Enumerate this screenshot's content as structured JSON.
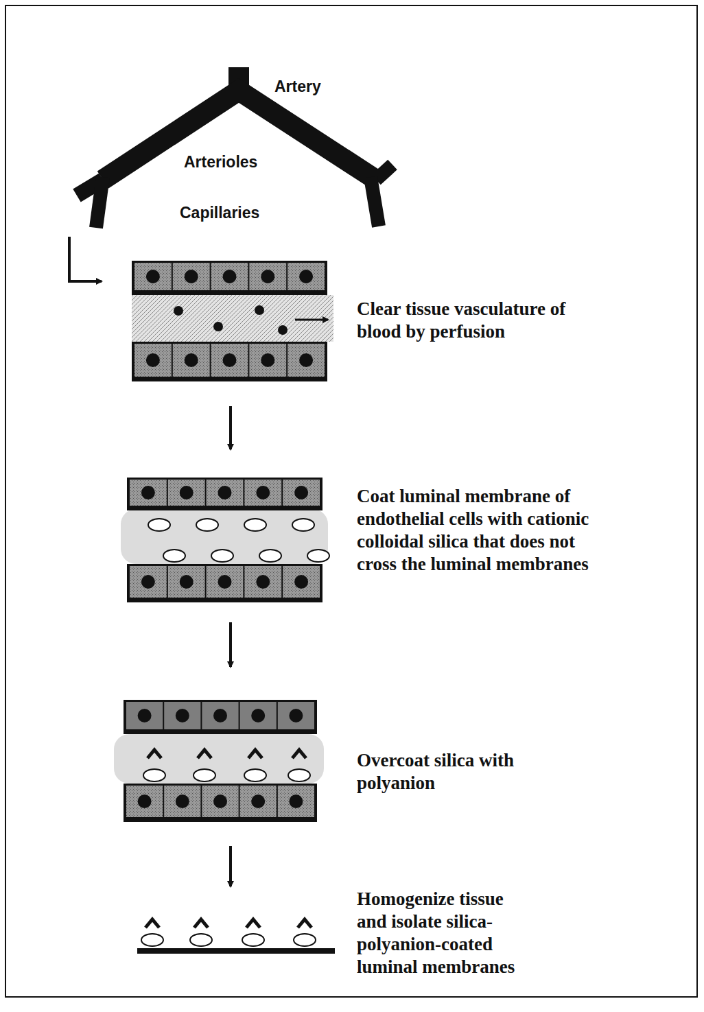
{
  "diagram": {
    "labels": [
      "Artery",
      "Arterioles",
      "Capillaries",
      "Clear tissue vasculature of blood by perfusion",
      "Coat luminal membrane of endothelial cells with cationic colloidal silica that does not cross the luminal membranes",
      "Overcoat silica with polyanion",
      "Homogenize tissue and isolate silica-polyanion-coated luminal membranes"
    ]
  }
}
